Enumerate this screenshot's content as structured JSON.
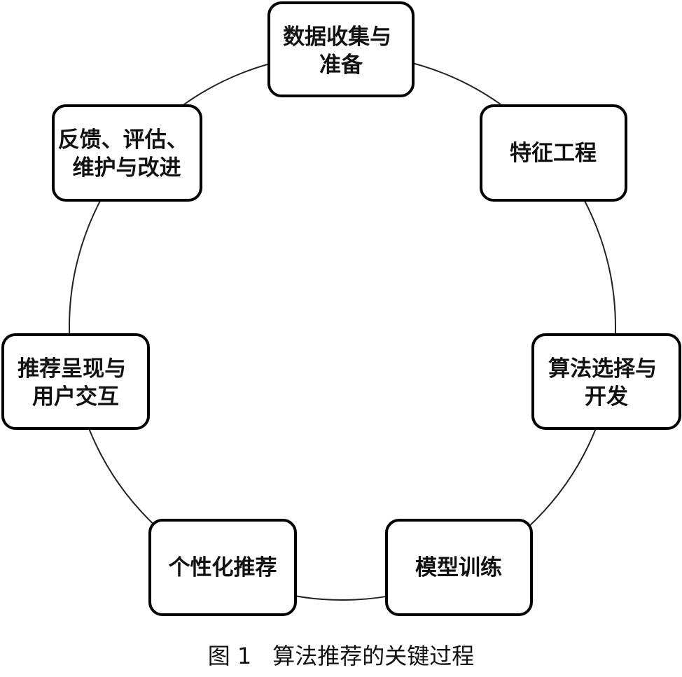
{
  "diagram": {
    "type": "cycle",
    "nodes": [
      {
        "id": "data",
        "lines": [
          "数据收集与",
          "准备"
        ]
      },
      {
        "id": "feature",
        "lines": [
          "特征工程"
        ]
      },
      {
        "id": "algorithm",
        "lines": [
          "算法选择与",
          "开发"
        ]
      },
      {
        "id": "training",
        "lines": [
          "模型训练"
        ]
      },
      {
        "id": "personalized",
        "lines": [
          "个性化推荐"
        ]
      },
      {
        "id": "presentation",
        "lines": [
          "推荐呈现与",
          "用户交互"
        ]
      },
      {
        "id": "feedback",
        "lines": [
          "反馈、评估、",
          "维护与改进"
        ]
      }
    ]
  },
  "caption": {
    "number": "图 1",
    "text": "算法推荐的关键过程"
  }
}
